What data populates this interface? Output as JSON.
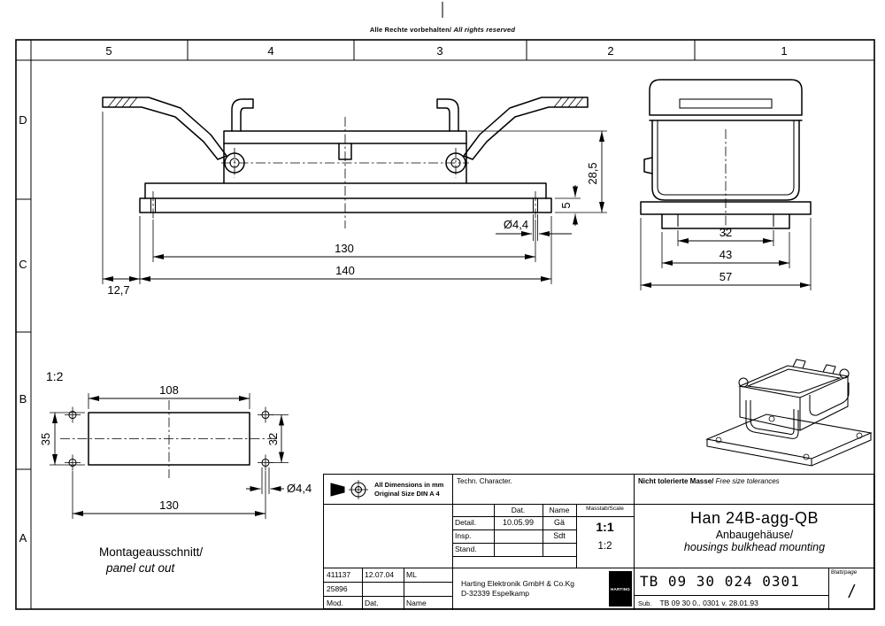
{
  "sheet": {
    "top_note_de": "Alle Rechte vorbehalten/",
    "top_note_en": "All rights reserved"
  },
  "zones": {
    "columns": [
      "5",
      "4",
      "3",
      "2",
      "1"
    ],
    "rows": [
      "D",
      "C",
      "B",
      "A"
    ]
  },
  "front_view": {
    "d130": "130",
    "d140": "140",
    "d127": "12,7",
    "dia": "Ø4,4",
    "d5": "5",
    "d285": "28,5"
  },
  "side_view": {
    "d32": "32",
    "d43": "43",
    "d57": "57"
  },
  "cutout_view": {
    "scale": "1:2",
    "d108": "108",
    "d35": "35",
    "d32": "32",
    "d130": "130",
    "dia": "Ø4,4",
    "label_de": "Montageausschnitt/",
    "label_en": "panel cut out"
  },
  "title_block": {
    "dims_note_1": "All Dimensions in mm",
    "dims_note_2": "Original Size DIN A 4",
    "techn_character": "Techn. Character.",
    "tolerances_de": "Nicht tolerierte Masse/",
    "tolerances_en": "Free size tolerances",
    "col_dat": "Dat.",
    "col_name": "Name",
    "row_detail": "Detail.",
    "detail_dat": "10.05.99",
    "detail_name": "Gä",
    "row_insp": "Insp.",
    "insp_name": "Sdt",
    "row_stand": "Stand.",
    "scale_label": "Masstab/Scale",
    "scale_1": "1:1",
    "scale_2": "1:2",
    "part_name": "Han 24B-agg-QB",
    "part_desc_de": "Anbaugehäuse/",
    "part_desc_en": "housings bulkhead mounting",
    "mod_number": "411137",
    "mod_date": "12.07.04",
    "mod_name": "ML",
    "mod_number_2": "25896",
    "footer_mod": "Mod.",
    "footer_dat": "Dat.",
    "footer_name": "Name",
    "company_1": "Harting Elektronik GmbH & Co.Kg",
    "company_2": "D-32339 Espelkamp",
    "brand": "HARTING",
    "doc_number": "TB 09 30 024 0301",
    "page_label_de": "Blatt/",
    "page_label_en": "page",
    "page_slash": "/",
    "sub_label": "Sub.",
    "sub_value": "TB 09 30 0.. 0301 v. 28.01.93"
  }
}
